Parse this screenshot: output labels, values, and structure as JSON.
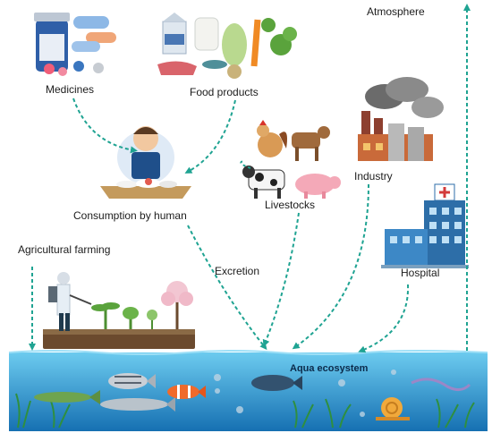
{
  "labels": {
    "medicines": "Medicines",
    "food_products": "Food products",
    "atmosphere": "Atmosphere",
    "consumption": "Consumption by human",
    "livestocks": "Livestocks",
    "industry": "Industry",
    "hospital": "Hospital",
    "agricultural_farming": "Agricultural farming",
    "excretion": "Excretion",
    "aqua_ecosystem": "Aqua ecosystem"
  },
  "colors": {
    "arrow": "#1fa392",
    "water_top": "#5ec3ea",
    "water_bottom": "#1b79ba",
    "soil": "#6b4a2e"
  }
}
